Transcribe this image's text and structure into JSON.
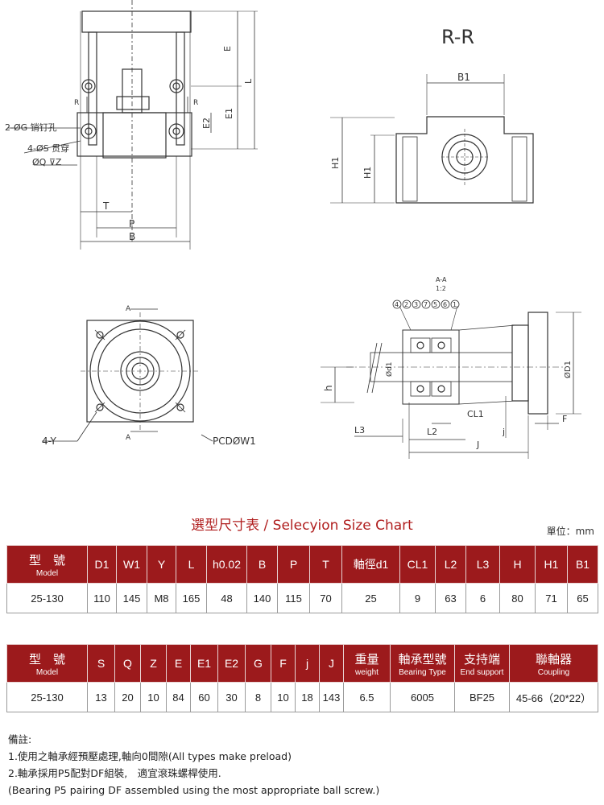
{
  "drawing_labels": {
    "top": {
      "pin_hole": "2-ØG 销钉孔",
      "through_hole": "4-ØS 贯穿",
      "counterbore": "ØQ ⊽Z",
      "dim_T": "T",
      "dim_P": "P",
      "dim_B": "B",
      "dim_E": "E",
      "dim_L": "L",
      "dim_E1": "E1",
      "dim_E2": "E2",
      "section_mark": "R"
    },
    "section_view": {
      "title": "R-R",
      "dim_B1": "B1",
      "dim_H1a": "H1",
      "dim_H1b": "H1"
    },
    "front": {
      "screw": "4-Y",
      "pcd": "PCDØW1",
      "section_mark": "A"
    },
    "side": {
      "section_title": "A-A",
      "section_scale": "1:2",
      "parts": [
        "4",
        "2",
        "3",
        "7",
        "5",
        "6",
        "1"
      ],
      "dim_h": "h",
      "dim_d1": "Ød1",
      "dim_D1": "ØD1",
      "dim_CL1": "CL1",
      "dim_L2": "L2",
      "dim_L3": "L3",
      "dim_J": "J",
      "dim_j": "j",
      "dim_F": "F"
    }
  },
  "title": "選型尺寸表 / Selecyion Size Chart",
  "unit": "單位：mm",
  "table1": {
    "model_header": {
      "cn": "型　號",
      "en": "Model"
    },
    "headers": [
      "D1",
      "W1",
      "Y",
      "L",
      "h0.02",
      "B",
      "P",
      "T",
      "軸徑d1",
      "CL1",
      "L2",
      "L3",
      "H",
      "H1",
      "B1"
    ],
    "row": [
      "25-130",
      "110",
      "145",
      "M8",
      "165",
      "48",
      "140",
      "115",
      "70",
      "25",
      "9",
      "63",
      "6",
      "80",
      "71",
      "65"
    ]
  },
  "table2": {
    "model_header": {
      "cn": "型　號",
      "en": "Model"
    },
    "headers": [
      "S",
      "Q",
      "Z",
      "E",
      "E1",
      "E2",
      "G",
      "F",
      "j",
      "J"
    ],
    "headers_dual": [
      {
        "cn": "重量",
        "en": "weight"
      },
      {
        "cn": "軸承型號",
        "en": "Bearing Type"
      },
      {
        "cn": "支持端",
        "en": "End support"
      },
      {
        "cn": "聯軸器",
        "en": "Coupling"
      }
    ],
    "row": [
      "25-130",
      "13",
      "20",
      "10",
      "84",
      "60",
      "30",
      "8",
      "10",
      "18",
      "143",
      "6.5",
      "6005",
      "BF25",
      "45-66（20*22）"
    ]
  },
  "notes": {
    "heading": "備註:",
    "lines": [
      "1.使用之軸承經預壓處理,軸向0間隙(All types make preload)",
      "2.軸承採用P5配對DF組裝,　適宜滾珠螺桿使用.",
      "(Bearing P5 pairing DF assembled using the most appropriate ball screw.)"
    ]
  }
}
